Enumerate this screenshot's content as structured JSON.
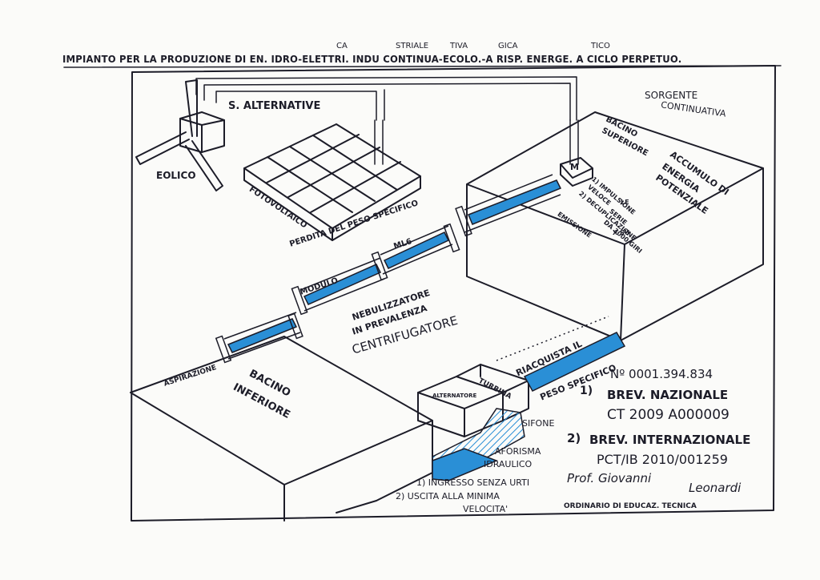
{
  "title": {
    "main": "IMPIANTO PER LA PRODUZIONE DI EN. IDRO-ELETTRI. INDU CONTINUA-ECOLO.-A RISP. ENERGE. A CICLO PERPETUO.",
    "sup_ca": "CA",
    "sup_striale": "STRIALE",
    "sup_tiva": "TIVA",
    "sup_gica": "GICA",
    "sup_tico": "TICO"
  },
  "labels": {
    "s_alternative": "S. ALTERNATIVE",
    "eolico": "EOLICO",
    "fotovoltaico": "FOTOVOLTAICO",
    "sorgente": "SORGENTE",
    "continuativa": "CONTINUATIVA",
    "bacino_superiore_1": "BACINO",
    "bacino_superiore_2": "SUPERIORE",
    "accumulo_1": "ACCUMULO DI",
    "accumulo_2": "ENERGIA",
    "accumulo_3": "POTENZIALE",
    "motor": "M",
    "impulsione_1": "1) IMPULSIONE",
    "impulsione_2": "VELOCE",
    "decuplicazione": "2) DECUPLICAZIONE",
    "le": "LE",
    "serie": "SERIE",
    "giri": "DA 3000 GIRI",
    "xsu": "X SU",
    "emissione": "EMISSIONE",
    "perdita_1": "PERDITA DEL PESO SPECIFICO",
    "perdita_2": "MODULO",
    "ml6": "ML6",
    "nebulizzatore": "NEBULIZZATORE",
    "in_prevalenza": "IN PREVALENZA",
    "centrifugatore": "CENTRIFUGATORE",
    "aspirazione": "ASPIRAZIONE",
    "bacino_inferiore_1": "BACINO",
    "bacino_inferiore_2": "INFERIORE",
    "turbina": "TURBINA",
    "alternatore": "ALTERNATORE",
    "riacquista_1": "RIACQUISTA IL",
    "riacquista_2": "PESO SPECIFICO",
    "sifone": "SIFONE",
    "aforisma_1": "AFORISMA",
    "aforisma_2": "IDRAULICO",
    "ingresso": "1) INGRESSO SENZA URTI",
    "uscita_1": "2) USCITA ALLA MINIMA",
    "uscita_2": "VELOCITA'"
  },
  "patent": {
    "number": "Nº 0001.394.834",
    "item1_index": "1)",
    "item1_title": "BREV. NAZIONALE",
    "item1_code": "CT 2009 A000009",
    "item2_index": "2)",
    "item2_title": "BREV. INTERNAZIONALE",
    "item2_code": "PCT/IB 2010/001259",
    "signature_1": "Prof. Giovanni",
    "signature_2": "Leonardi",
    "role": "ORDINARIO DI EDUCAZ. TECNICA"
  },
  "colors": {
    "ink": "#1c1c28",
    "water": "#2a8fd6",
    "paper": "#fbfbf9"
  }
}
